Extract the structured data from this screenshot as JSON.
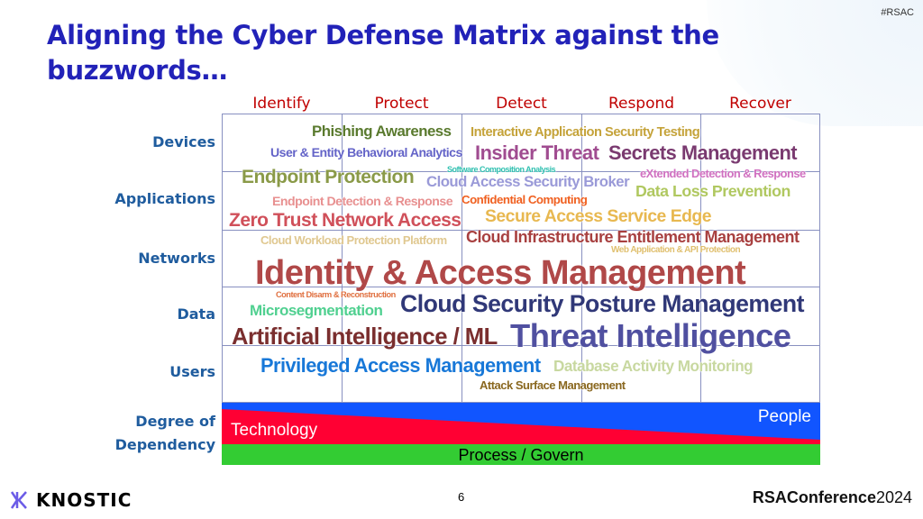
{
  "hashtag": "#RSAC",
  "title": {
    "line1": "Aligning the Cyber Defense Matrix against the",
    "line2": "buzzwords…",
    "color": "#2222b8"
  },
  "columns": [
    "Identify",
    "Protect",
    "Detect",
    "Respond",
    "Recover"
  ],
  "rows": [
    "Devices",
    "Applications",
    "Networks",
    "Data",
    "Users"
  ],
  "buzzwords": [
    {
      "text": "Phishing Awareness",
      "color": "#5a7a2e"
    },
    {
      "text": "Interactive Application Security Testing",
      "color": "#c5a33a"
    },
    {
      "text": "User & Entity Behavioral Analytics",
      "color": "#6464c8"
    },
    {
      "text": "Insider Threat",
      "color": "#a04c90"
    },
    {
      "text": "Secrets Management",
      "color": "#7a3a70"
    },
    {
      "text": "Software Composition Analysis",
      "color": "#30c0b0"
    },
    {
      "text": "Endpoint Protection",
      "color": "#8a9a48"
    },
    {
      "text": "Cloud Access Security Broker",
      "color": "#9a9ad8"
    },
    {
      "text": "eXtended Detection & Response",
      "color": "#d070c0"
    },
    {
      "text": "Data Loss Prevention",
      "color": "#b0c860"
    },
    {
      "text": "Endpoint Detection & Response",
      "color": "#e89090"
    },
    {
      "text": "Confidential Computing",
      "color": "#f06020"
    },
    {
      "text": "Zero Trust Network Access",
      "color": "#d0505a"
    },
    {
      "text": "Secure Access Service Edge",
      "color": "#e8b850"
    },
    {
      "text": "Cloud Infrastructure Entitlement Management",
      "color": "#a84040"
    },
    {
      "text": "Cloud Workload Protection Platform",
      "color": "#e0c890"
    },
    {
      "text": "Web Application & API Protection",
      "color": "#e0c070"
    },
    {
      "text": "Identity & Access Management",
      "color": "#b04848"
    },
    {
      "text": "Content Disarm & Reconstruction",
      "color": "#e07040"
    },
    {
      "text": "Microsegmentation",
      "color": "#50d090"
    },
    {
      "text": "Cloud Security Posture Management",
      "color": "#303878"
    },
    {
      "text": "Artificial Intelligence / ML",
      "color": "#7a2e2e"
    },
    {
      "text": "Threat Intelligence",
      "color": "#5050a0"
    },
    {
      "text": "Privileged Access Management",
      "color": "#1878d8"
    },
    {
      "text": "Database Activity Monitoring",
      "color": "#c8d8a0"
    },
    {
      "text": "Attack Surface Management",
      "color": "#8a6820"
    }
  ],
  "dependency": {
    "label_line1": "Degree of",
    "label_line2": "Dependency",
    "technology": "Technology",
    "people": "People",
    "process": "Process / Govern",
    "colors": {
      "people": "#1155ff",
      "technology": "#ff0033",
      "process": "#33cc33"
    }
  },
  "footer": {
    "brand": "KNOSTIC",
    "page": "6",
    "conference": "RSAConference",
    "year": "2024"
  }
}
